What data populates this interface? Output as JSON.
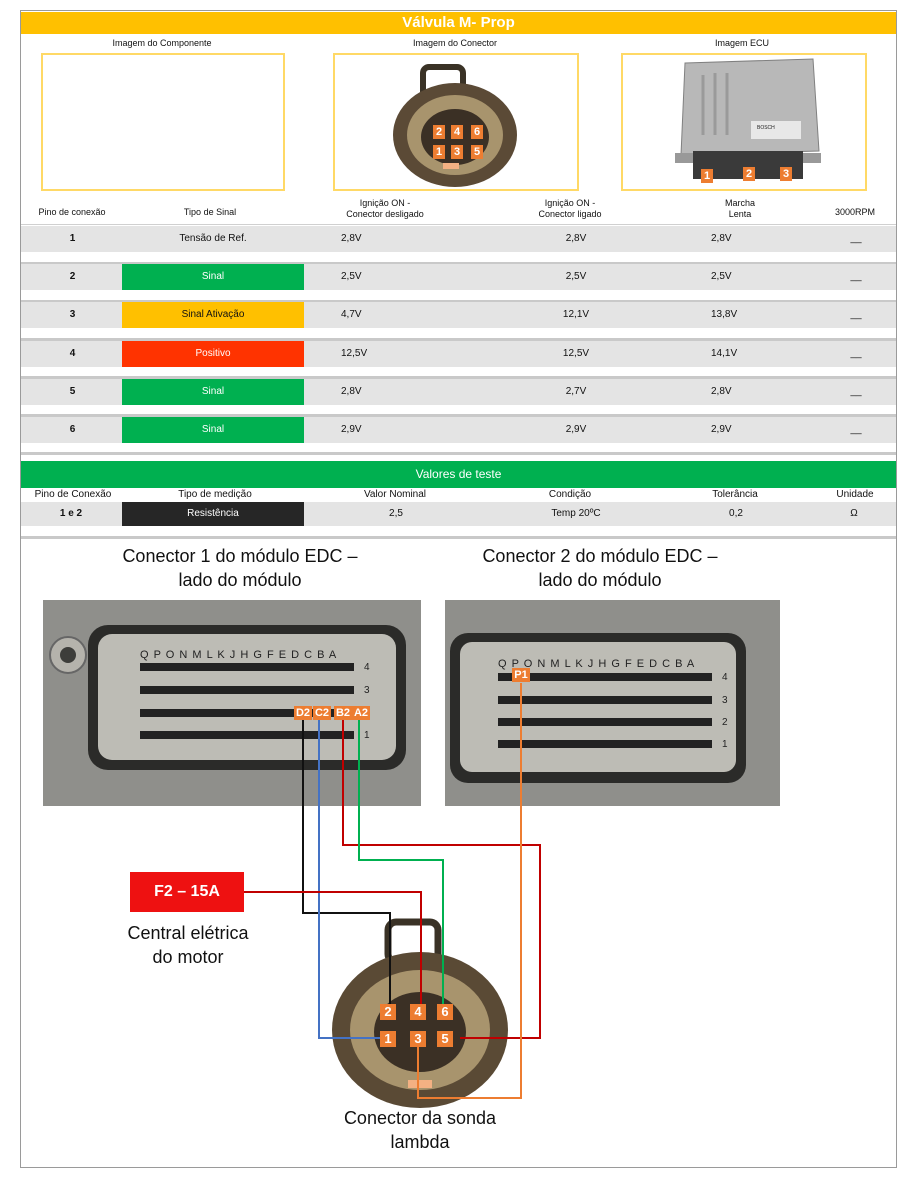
{
  "title": "Válvula M- Prop",
  "images": {
    "component_label": "Imagem do Componente",
    "connector_label": "Imagem do Conector",
    "ecu_label": "Imagem ECU",
    "ecu_brand": "BOSCH",
    "connector_pins": [
      "2",
      "4",
      "6",
      "1",
      "3",
      "5"
    ],
    "ecu_connectors": [
      "1",
      "2",
      "3"
    ]
  },
  "table1": {
    "headers": {
      "pin": "Pino de conexão",
      "tipo": "Tipo de Sinal",
      "v1_a": "Ignição ON -",
      "v1_b": "Conector desligado",
      "v2_a": "Ignição ON -",
      "v2_b": "Conector ligado",
      "v3_a": "Marcha",
      "v3_b": "Lenta",
      "v4": "3000RPM"
    },
    "rows": [
      {
        "pin": "1",
        "tipo": "Tensão de Ref.",
        "color": "",
        "v1": "2,8V",
        "v2": "2,8V",
        "v3": "2,8V",
        "v4": "__"
      },
      {
        "pin": "2",
        "tipo": "Sinal",
        "color": "#00b050",
        "v1": "2,5V",
        "v2": "2,5V",
        "v3": "2,5V",
        "v4": "__"
      },
      {
        "pin": "3",
        "tipo": "Sinal Ativação",
        "color": "#ffc000",
        "v1": "4,7V",
        "v2": "12,1V",
        "v3": "13,8V",
        "v4": "__"
      },
      {
        "pin": "4",
        "tipo": "Positivo",
        "color": "#ff3300",
        "v1": "12,5V",
        "v2": "12,5V",
        "v3": "14,1V",
        "v4": "__"
      },
      {
        "pin": "5",
        "tipo": "Sinal",
        "color": "#00b050",
        "v1": "2,8V",
        "v2": "2,7V",
        "v3": "2,8V",
        "v4": "__"
      },
      {
        "pin": "6",
        "tipo": "Sinal",
        "color": "#00b050",
        "v1": "2,9V",
        "v2": "2,9V",
        "v3": "2,9V",
        "v4": "__"
      }
    ]
  },
  "test": {
    "bar_title": "Valores de teste",
    "headers": {
      "pin": "Pino de Conexão",
      "tipo": "Tipo de medição",
      "nominal": "Valor Nominal",
      "cond": "Condição",
      "tol": "Tolerância",
      "unit": "Unidade"
    },
    "row": {
      "pin": "1 e 2",
      "tipo": "Resistência",
      "nominal": "2,5",
      "cond": "Temp 20ºC",
      "tol": "0,2",
      "unit": "Ω"
    },
    "colors": {
      "tipo_bg": "#262626"
    }
  },
  "diagram": {
    "conn1_caption_a": "Conector 1 do módulo EDC –",
    "conn1_caption_b": "lado do módulo",
    "conn2_caption_a": "Conector 2 do módulo EDC –",
    "conn2_caption_b": "lado do módulo",
    "conn1_letters": "Q P O N M L K J H G F E D C B A",
    "conn2_letters": "Q P O N M L K J H G F E D C B A",
    "conn1_pins": [
      "D2",
      "C2",
      "B2",
      "A2"
    ],
    "conn2_pins": [
      "P1"
    ],
    "row_numbers": [
      "4",
      "3",
      "2",
      "1"
    ],
    "fuse": "F2 – 15A",
    "central_a": "Central elétrica",
    "central_b": "do motor",
    "lambda_a": "Conector da sonda",
    "lambda_b": "lambda",
    "lambda_pins": [
      "2",
      "4",
      "6",
      "1",
      "3",
      "5"
    ]
  }
}
